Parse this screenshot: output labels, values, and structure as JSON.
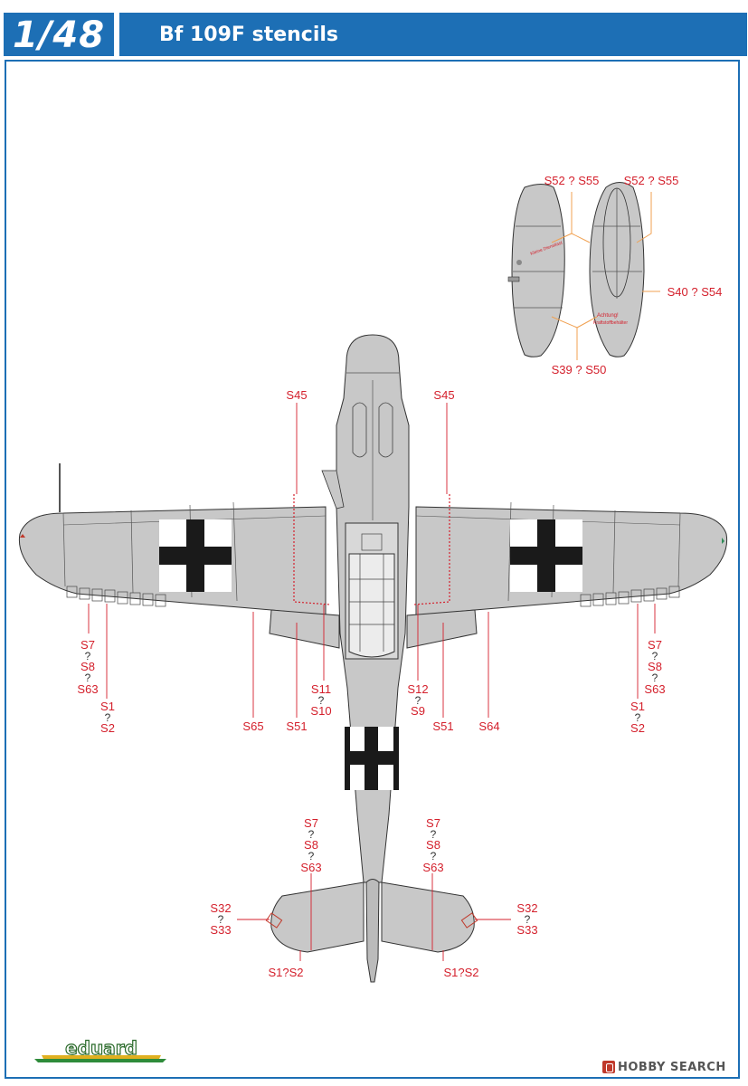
{
  "header": {
    "scale": "1/48",
    "title": "Bf 109F stencils"
  },
  "brand": {
    "logo": "eduard",
    "watermark": "HOBBY SEARCH"
  },
  "colors": {
    "accent": "#1d6fb5",
    "stencil_label": "#d4202c",
    "aircraft": "#c8c8c8",
    "cross": "#1a1a1a"
  },
  "tank": {
    "left_top": "S52 ? S55",
    "right_top": "S52 ? S55",
    "right_side": "S40 ? S54",
    "bottom": "S39 ? S50",
    "text_kleine": "Kleine Dienstlast",
    "text_achtung": "Achtung!",
    "text_kraftstoff": "Kraftstoffbehälter"
  },
  "wing_labels": {
    "s45_left": "S45",
    "s45_right": "S45",
    "left_outer": [
      "S7",
      "?",
      "S8",
      "?",
      "S63"
    ],
    "left_outer_b": [
      "S1",
      "?",
      "S2"
    ],
    "right_outer": [
      "S7",
      "?",
      "S8",
      "?",
      "S63"
    ],
    "right_outer_b": [
      "S1",
      "?",
      "S2"
    ],
    "s11": [
      "S11",
      "?",
      "S10"
    ],
    "s12": [
      "S12",
      "?",
      "S9"
    ],
    "s65": "S65",
    "s51_left": "S51",
    "s51_right": "S51",
    "s64": "S64"
  },
  "tail_labels": {
    "left_stack": [
      "S7",
      "?",
      "S8",
      "?",
      "S63"
    ],
    "right_stack": [
      "S7",
      "?",
      "S8",
      "?",
      "S63"
    ],
    "left_side": [
      "S32",
      "?",
      "S33"
    ],
    "right_side": [
      "S32",
      "?",
      "S33"
    ],
    "left_bottom": "S1?S2",
    "right_bottom": "S1?S2"
  }
}
